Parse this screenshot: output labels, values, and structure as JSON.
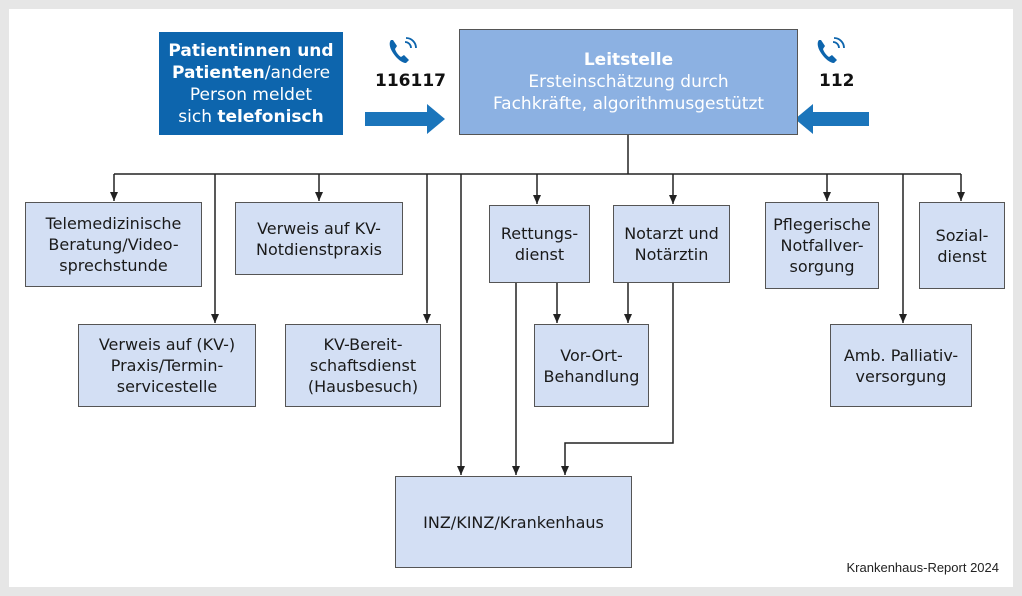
{
  "source": {
    "line1_bold": "Patientinnen und",
    "line2_bold": "Patienten",
    "line2_rest": "/andere",
    "line3": "Person meldet",
    "line4_pre": "sich ",
    "line4_bold": "telefonisch"
  },
  "phone_left": {
    "number": "116117",
    "icon": "phone-icon"
  },
  "phone_right": {
    "number": "112",
    "icon": "phone-icon"
  },
  "leitstelle": {
    "title": "Leitstelle",
    "line2": "Ersteinschätzung durch",
    "line3": "Fachkräfte, algorithmusgestützt"
  },
  "nodes": {
    "telemed": [
      "Telemedizinische",
      "Beratung/Video-",
      "sprechstunde"
    ],
    "verweis_praxis": [
      "Verweis auf (KV-)",
      "Praxis/Termin-",
      "servicestelle"
    ],
    "verweis_kv": [
      "Verweis auf KV-",
      "Notdienstpraxis"
    ],
    "kv_bereit": [
      "KV-Bereit-",
      "schaftsdienst",
      "(Hausbesuch)"
    ],
    "rettung": [
      "Rettungs-",
      "dienst"
    ],
    "notarzt": [
      "Notarzt und",
      "Notärztin"
    ],
    "vorort": [
      "Vor-Ort-",
      "Behandlung"
    ],
    "pflege": [
      "Pflegerische",
      "Notfallver-",
      "sorgung"
    ],
    "sozial": [
      "Sozial-",
      "dienst"
    ],
    "palliativ": [
      "Amb. Palliativ-",
      "versorgung"
    ],
    "inz": [
      "INZ/KINZ/Krankenhaus"
    ]
  },
  "colors": {
    "dark": "#0d65ad",
    "mid": "#8cb1e2",
    "light": "#d3dff4",
    "arrow": "#1b75bb",
    "line": "#222222"
  },
  "footer": "Krankenhaus-Report 2024"
}
